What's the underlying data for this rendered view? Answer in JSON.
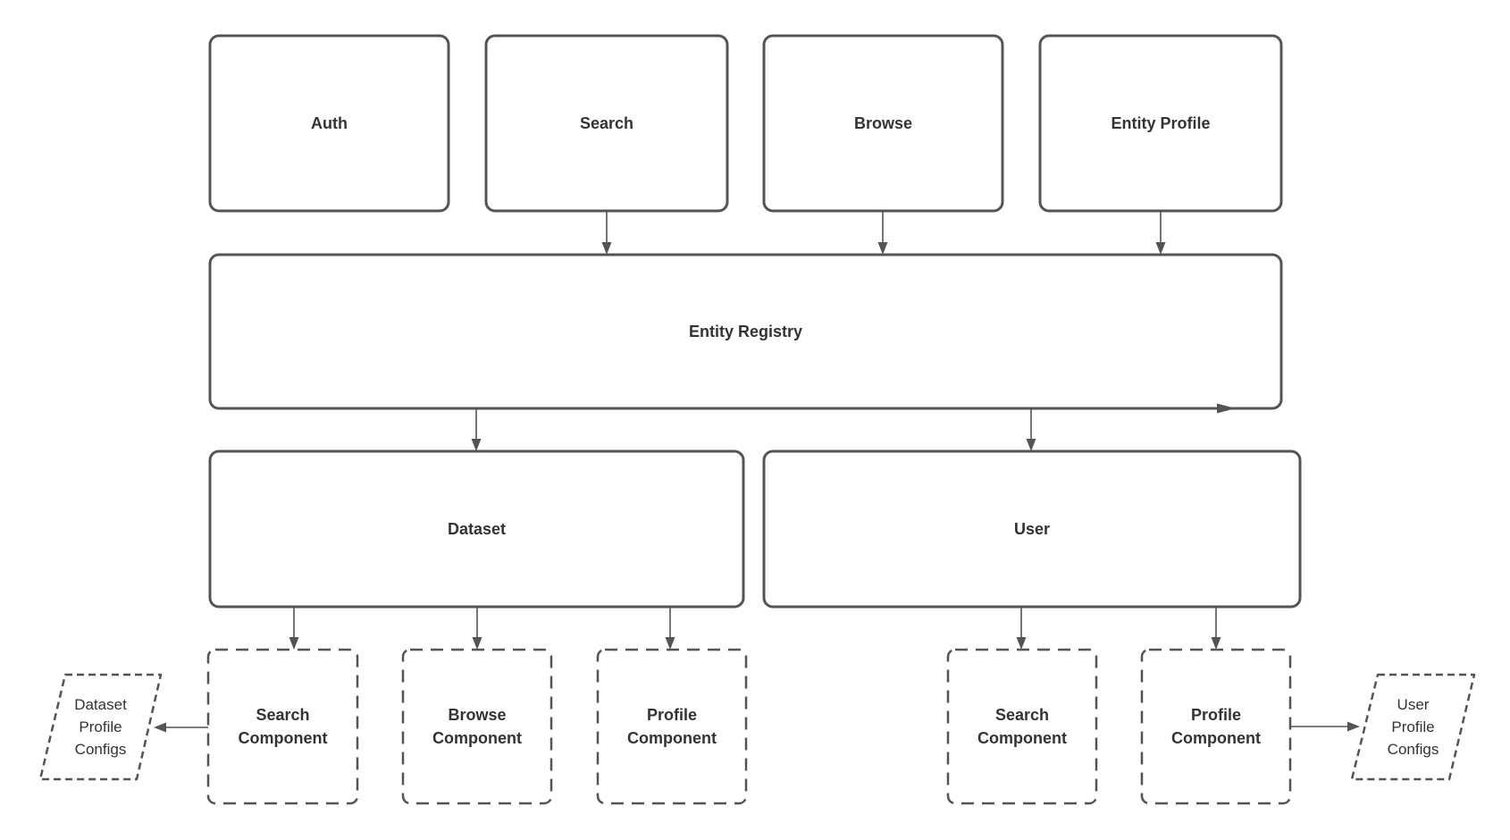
{
  "canvas": {
    "background_color": "#ffffff",
    "stroke_color": "#545454",
    "text_color": "#333333"
  },
  "nodes": {
    "auth": {
      "label": "Auth",
      "shape": "rounded-rect",
      "border": "solid"
    },
    "search": {
      "label": "Search",
      "shape": "rounded-rect",
      "border": "solid"
    },
    "browse": {
      "label": "Browse",
      "shape": "rounded-rect",
      "border": "solid"
    },
    "entity_profile": {
      "label": "Entity Profile",
      "shape": "rounded-rect",
      "border": "solid"
    },
    "entity_registry": {
      "label": "Entity Registry",
      "shape": "rounded-rect",
      "border": "solid"
    },
    "dataset": {
      "label": "Dataset",
      "shape": "rounded-rect",
      "border": "solid"
    },
    "user": {
      "label": "User",
      "shape": "rounded-rect",
      "border": "solid"
    },
    "dataset_search_component": {
      "label": "Search Component",
      "shape": "rounded-rect",
      "border": "dashed"
    },
    "dataset_browse_component": {
      "label": "Browse Component",
      "shape": "rounded-rect",
      "border": "dashed"
    },
    "dataset_profile_component": {
      "label": "Profile Component",
      "shape": "rounded-rect",
      "border": "dashed"
    },
    "user_search_component": {
      "label": "Search Component",
      "shape": "rounded-rect",
      "border": "dashed"
    },
    "user_profile_component": {
      "label": "Profile Component",
      "shape": "rounded-rect",
      "border": "dashed"
    },
    "dataset_profile_configs": {
      "label": "Dataset Profile Configs",
      "shape": "parallelogram",
      "border": "dashed"
    },
    "user_profile_configs": {
      "label": "User Profile Configs",
      "shape": "parallelogram",
      "border": "dashed"
    }
  },
  "edges": [
    {
      "from": "search",
      "to": "entity_registry",
      "direction": "down"
    },
    {
      "from": "browse",
      "to": "entity_registry",
      "direction": "down"
    },
    {
      "from": "entity_profile",
      "to": "entity_registry",
      "direction": "down"
    },
    {
      "from": "entity_registry",
      "to": "dataset",
      "direction": "down"
    },
    {
      "from": "entity_registry",
      "to": "user",
      "direction": "down"
    },
    {
      "from": "dataset",
      "to": "dataset_search_component",
      "direction": "down"
    },
    {
      "from": "dataset",
      "to": "dataset_browse_component",
      "direction": "down"
    },
    {
      "from": "dataset",
      "to": "dataset_profile_component",
      "direction": "down"
    },
    {
      "from": "user",
      "to": "user_search_component",
      "direction": "down"
    },
    {
      "from": "user",
      "to": "user_profile_component",
      "direction": "down"
    },
    {
      "from": "dataset_search_component",
      "to": "dataset_profile_configs",
      "direction": "left"
    },
    {
      "from": "user_profile_component",
      "to": "user_profile_configs",
      "direction": "right"
    },
    {
      "from": "entity_registry_bottom_edge",
      "to": "entity_registry_bottom_right_corner",
      "direction": "right"
    }
  ]
}
